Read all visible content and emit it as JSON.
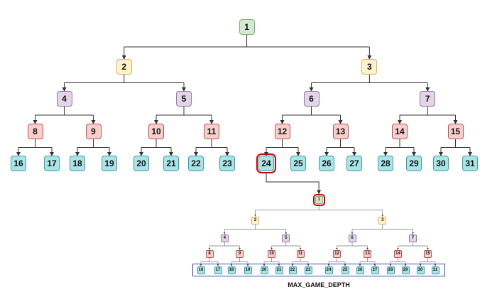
{
  "diagram": {
    "top_tree_labels": [
      "1",
      "2",
      "3",
      "4",
      "5",
      "6",
      "7",
      "8",
      "9",
      "10",
      "11",
      "12",
      "13",
      "14",
      "15",
      "16",
      "17",
      "18",
      "19",
      "20",
      "21",
      "22",
      "23",
      "24",
      "25",
      "26",
      "27",
      "28",
      "29",
      "30",
      "31"
    ],
    "bottom_tree_labels": [
      "1",
      "2",
      "3",
      "4",
      "5",
      "6",
      "7",
      "8",
      "9",
      "10",
      "11",
      "12",
      "13",
      "14",
      "15",
      "16",
      "17",
      "18",
      "19",
      "20",
      "21",
      "22",
      "23",
      "24",
      "25",
      "26",
      "27",
      "28",
      "29",
      "30",
      "31"
    ],
    "selected_top_node": "24",
    "selected_bottom_node": "1",
    "depth_label": "MAX_GAME_DEPTH",
    "colors": {
      "level0": "#d5e8d4",
      "level1": "#fff2cc",
      "level2": "#e1d5e7",
      "level3": "#f8cecc",
      "level4": "#a9e4e6",
      "selection": "#cc0000",
      "depth_box": "#3b4cc0"
    }
  }
}
